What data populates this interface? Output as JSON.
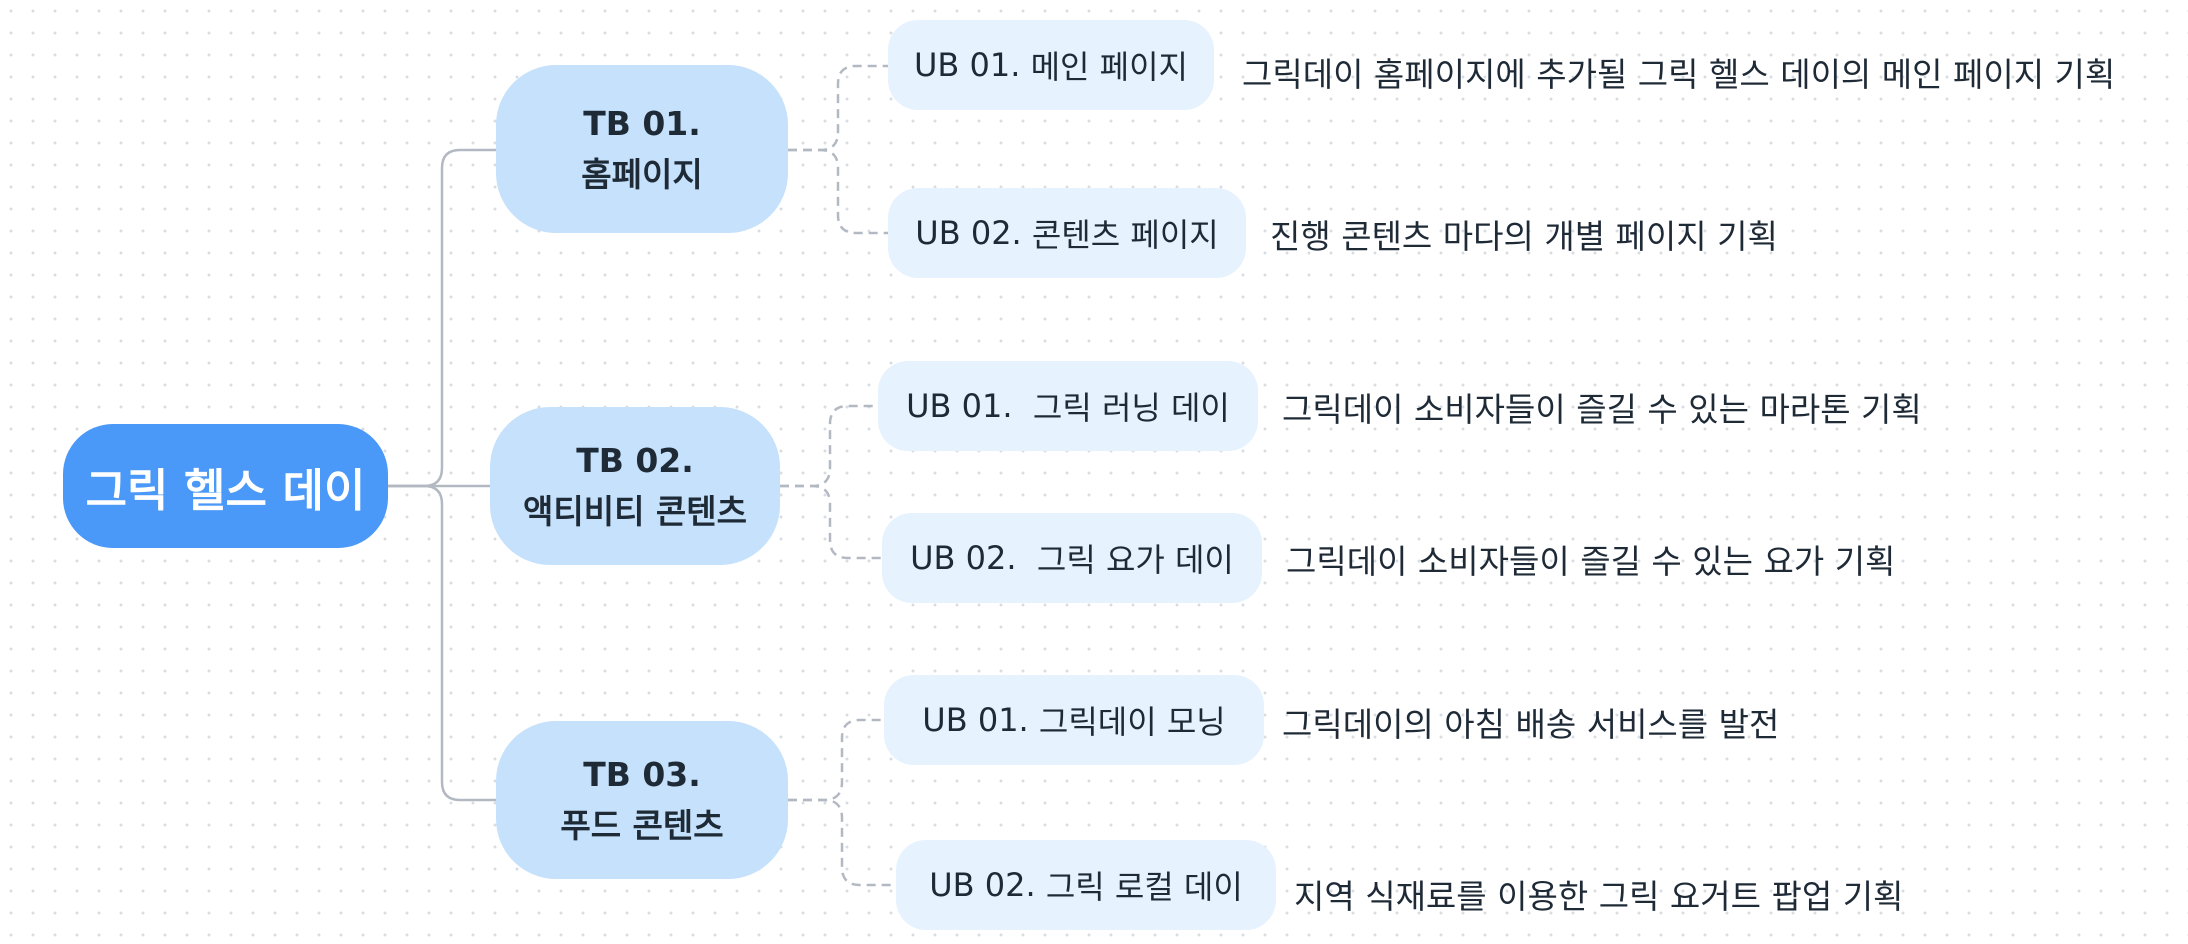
{
  "root": {
    "label": "그릭 헬스 데이"
  },
  "branches": [
    {
      "code": "TB 01.",
      "title": "홈페이지",
      "items": [
        {
          "code": "UB 01.",
          "title": "메인 페이지",
          "desc": "그릭데이 홈페이지에 추가될 그릭 헬스 데이의 메인 페이지 기획"
        },
        {
          "code": "UB 02.",
          "title": "콘텐츠 페이지",
          "desc": "진행 콘텐츠 마다의 개별 페이지 기획"
        }
      ]
    },
    {
      "code": "TB 02.",
      "title": "액티비티 콘텐츠",
      "items": [
        {
          "code": "UB 01.",
          "title": "그릭 러닝 데이",
          "desc": "그릭데이 소비자들이 즐길 수 있는 마라톤 기획"
        },
        {
          "code": "UB 02.",
          "title": "그릭 요가 데이",
          "desc": "그릭데이 소비자들이 즐길 수 있는 요가 기획"
        }
      ]
    },
    {
      "code": "TB 03.",
      "title": "푸드 콘텐츠",
      "items": [
        {
          "code": "UB 01.",
          "title": "그릭데이 모닝",
          "desc": "그릭데이의 아침 배송 서비스를 발전"
        },
        {
          "code": "UB 02.",
          "title": "그릭 로컬 데이",
          "desc": "지역 식재료를 이용한 그릭 요거트 팝업 기획"
        }
      ]
    }
  ]
}
